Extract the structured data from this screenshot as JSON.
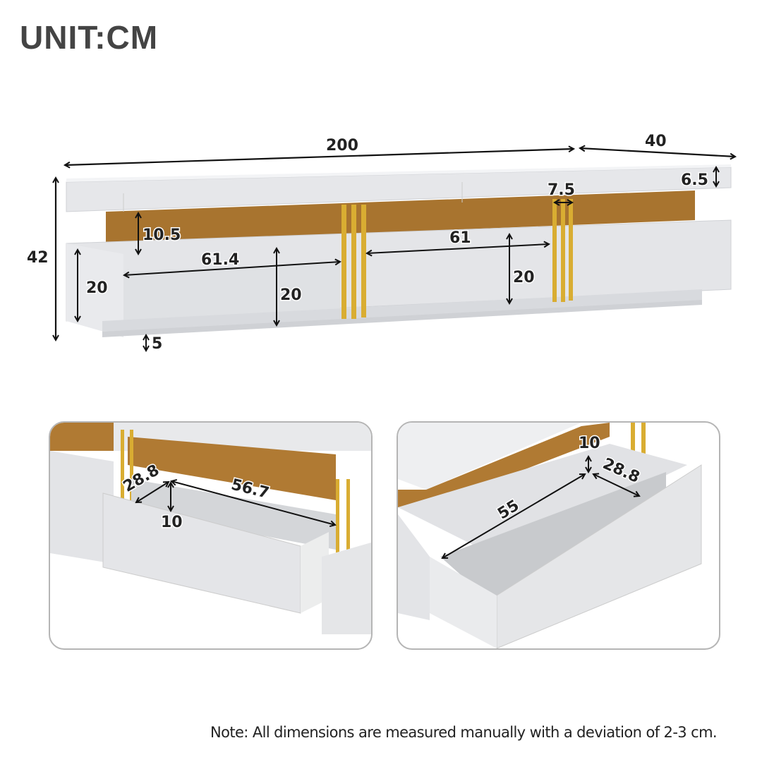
{
  "header": {
    "title": "UNIT:CM"
  },
  "main_view": {
    "overall_length": "200",
    "overall_depth": "40",
    "overall_height": "42",
    "top_thickness": "6.5",
    "gold_strip_width": "7.5",
    "open_shelf_height": "10.5",
    "left_drawer_width": "61.4",
    "center_drawer_width": "61",
    "side_cabinet_height": "20",
    "left_drawer_height": "20",
    "center_drawer_height": "20",
    "base_height": "5"
  },
  "detail_left": {
    "drawer_depth": "28.8",
    "drawer_width": "56.7",
    "drawer_height": "10"
  },
  "detail_right": {
    "drawer_height": "10",
    "drawer_depth": "28.8",
    "drawer_width": "55"
  },
  "footer": {
    "note": "Note: All dimensions are measured manually with a deviation of 2-3 cm."
  },
  "colors": {
    "white_panel": "#e9eaec",
    "gold": "#d4a82e",
    "bronze_back": "#b07a33",
    "text": "#222222",
    "title": "#444444"
  }
}
